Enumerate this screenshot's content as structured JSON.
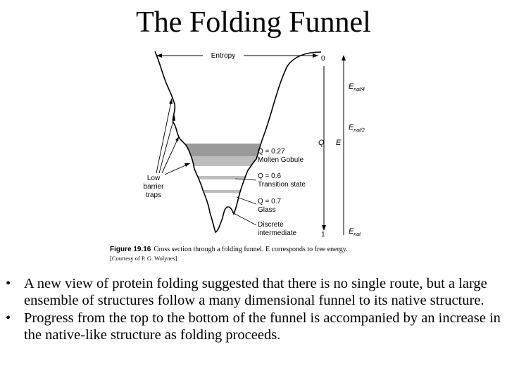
{
  "title": "The Folding Funnel",
  "figure": {
    "entropy_label": "Entropy",
    "q_top": "0",
    "q_bottom": "1",
    "q_axis": "Q",
    "e_axis": "E",
    "e_levels": [
      {
        "main": "E",
        "sub": "nat/4"
      },
      {
        "main": "E",
        "sub": "nat/2"
      },
      {
        "main": "E",
        "sub": "nat"
      }
    ],
    "low_barrier_traps": [
      "Low",
      "barrier",
      "traps"
    ],
    "states": [
      {
        "q": "Q = 0.27",
        "name": "Molten Gobule"
      },
      {
        "q": "Q = 0.6",
        "name": "Transition state"
      },
      {
        "q": "Q = 0.7",
        "name": "Glass"
      },
      {
        "q": "",
        "name_lines": [
          "Discrete",
          "intermediate"
        ]
      }
    ],
    "caption_bold": "Figure 19.16",
    "caption_text": "Cross section through a folding funnel. E corresponds to free energy.",
    "caption_credit": "[Courtesy of P. G. Wolynes]"
  },
  "bullets": [
    "A new view of protein folding suggested that there is no single route, but a large ensemble of structures follow a many dimensional funnel to its native structure.",
    "Progress from the top to the bottom of the funnel is accompanied by an increase in the native-like structure as folding proceeds."
  ],
  "bullet_symbol": "•",
  "colors": {
    "band_dark": "#9a9a9a",
    "band_light": "#bdbdbd"
  }
}
